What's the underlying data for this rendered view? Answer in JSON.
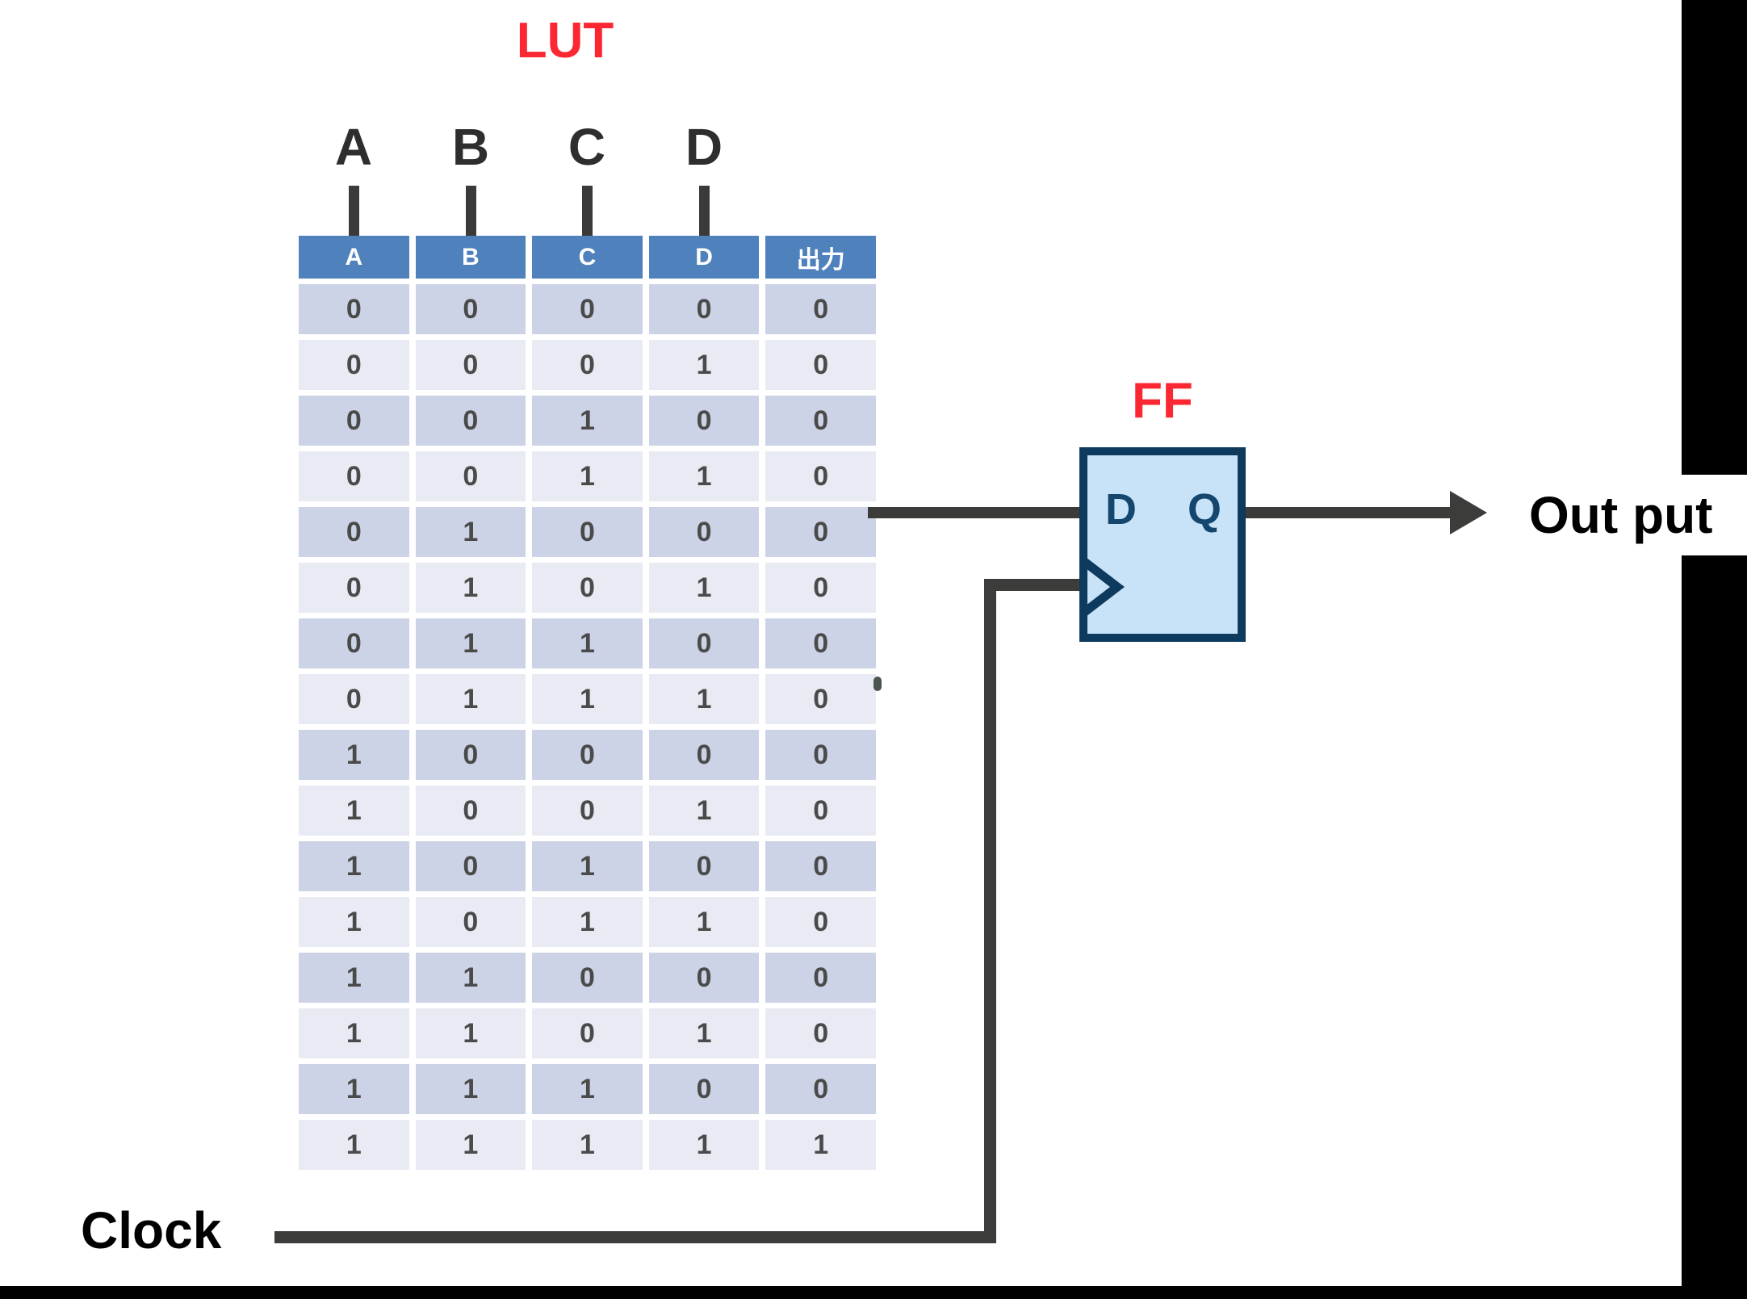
{
  "diagram": {
    "lut_label": "LUT",
    "ff_label": "FF",
    "clock_label": "Clock",
    "output_label": "Out put",
    "ff_d_pin": "D",
    "ff_q_pin": "Q",
    "input_labels": [
      "A",
      "B",
      "C",
      "D"
    ]
  },
  "truth_table": {
    "headers": [
      "A",
      "B",
      "C",
      "D",
      "出力"
    ],
    "rows": [
      [
        "0",
        "0",
        "0",
        "0",
        "0"
      ],
      [
        "0",
        "0",
        "0",
        "1",
        "0"
      ],
      [
        "0",
        "0",
        "1",
        "0",
        "0"
      ],
      [
        "0",
        "0",
        "1",
        "1",
        "0"
      ],
      [
        "0",
        "1",
        "0",
        "0",
        "0"
      ],
      [
        "0",
        "1",
        "0",
        "1",
        "0"
      ],
      [
        "0",
        "1",
        "1",
        "0",
        "0"
      ],
      [
        "0",
        "1",
        "1",
        "1",
        "0"
      ],
      [
        "1",
        "0",
        "0",
        "0",
        "0"
      ],
      [
        "1",
        "0",
        "0",
        "1",
        "0"
      ],
      [
        "1",
        "0",
        "1",
        "0",
        "0"
      ],
      [
        "1",
        "0",
        "1",
        "1",
        "0"
      ],
      [
        "1",
        "1",
        "0",
        "0",
        "0"
      ],
      [
        "1",
        "1",
        "0",
        "1",
        "0"
      ],
      [
        "1",
        "1",
        "1",
        "0",
        "0"
      ],
      [
        "1",
        "1",
        "1",
        "1",
        "1"
      ]
    ]
  },
  "colors": {
    "header_blue": "#4f81bd",
    "row_dark": "#cdd3e6",
    "row_light": "#e9ebf4",
    "wire_gray": "#3c3c3a",
    "ff_border_navy": "#0e3a5e",
    "ff_fill_blue": "#c8e3f8",
    "accent_red": "#fb2733",
    "frame_black": "#000000"
  }
}
